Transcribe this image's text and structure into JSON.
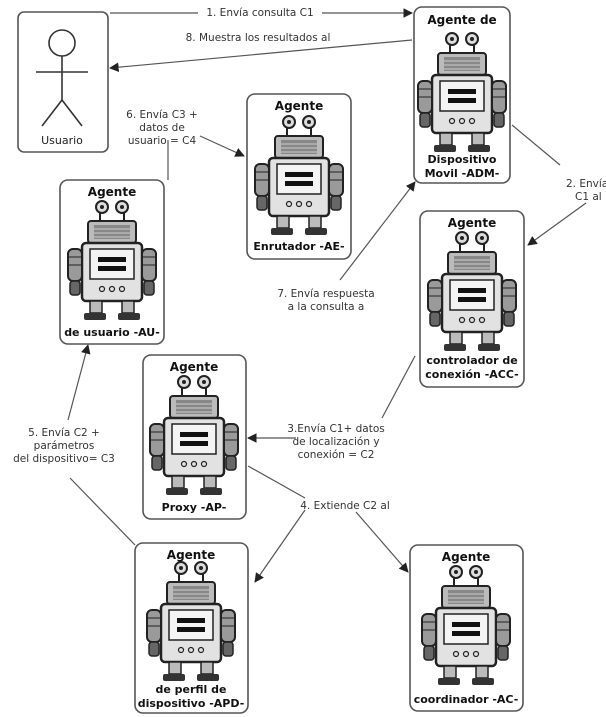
{
  "user": {
    "label": "Usuario"
  },
  "agents": [
    {
      "id": "adm",
      "title": "Agente de",
      "name_lines": [
        "Dispositivo",
        "Movil -ADM-"
      ]
    },
    {
      "id": "ae",
      "title": "Agente",
      "name_lines": [
        "Enrutador -AE-"
      ]
    },
    {
      "id": "au",
      "title": "Agente",
      "name_lines": [
        "de usuario -AU-"
      ]
    },
    {
      "id": "acc",
      "title": "Agente",
      "name_lines": [
        "controlador de",
        "conexión -ACC-"
      ]
    },
    {
      "id": "ap",
      "title": "Agente",
      "name_lines": [
        "Proxy -AP-"
      ]
    },
    {
      "id": "apd",
      "title": "Agente",
      "name_lines": [
        "de perfil de",
        "dispositivo -APD-"
      ]
    },
    {
      "id": "ac",
      "title": "Agente",
      "name_lines": [
        "coordinador -AC-"
      ]
    }
  ],
  "messages": [
    {
      "id": "m1",
      "lines": [
        "1. Envía consulta C1"
      ]
    },
    {
      "id": "m8",
      "lines": [
        "8. Muestra los resultados al"
      ]
    },
    {
      "id": "m2",
      "lines": [
        "2. Envía",
        "C1 al"
      ]
    },
    {
      "id": "m6",
      "lines": [
        "6. Envía C3 +",
        "datos de",
        "usuario = C4"
      ]
    },
    {
      "id": "m7",
      "lines": [
        "7. Envía respuesta",
        "a la consulta a"
      ]
    },
    {
      "id": "m3",
      "lines": [
        "3.Envía C1+ datos",
        "de localización y",
        "conexión = C2"
      ]
    },
    {
      "id": "m5",
      "lines": [
        "5. Envía C2 +",
        "parámetros",
        "del dispositivo= C3"
      ]
    },
    {
      "id": "m4",
      "lines": [
        "4. Extiende C2 al"
      ]
    }
  ]
}
